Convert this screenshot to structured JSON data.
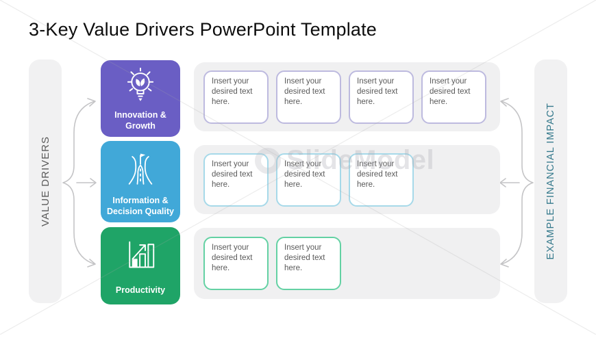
{
  "title": "3-Key Value Drivers PowerPoint Template",
  "left_bar": {
    "label": "VALUE DRIVERS"
  },
  "right_bar": {
    "label": "EXAMPLE FINANCIAL IMPACT",
    "text_color": "#35798C"
  },
  "drivers": [
    {
      "name": "Innovation & Growth",
      "label_lines": [
        "Innovation &",
        "Growth"
      ],
      "color": "#6A5EC4",
      "cell_border_color": "#BDBADF",
      "icon": "lightbulb-sprout-icon",
      "cells": [
        "Insert your desired text here.",
        "Insert your desired text here.",
        "Insert your desired text here.",
        "Insert your desired text here."
      ]
    },
    {
      "name": "Information & Decision Quality",
      "label_lines": [
        "Information &",
        "Decision Quality"
      ],
      "color": "#41A8D8",
      "cell_border_color": "#A6D9E9",
      "icon": "forked-road-flag-icon",
      "cells": [
        "Insert your desired text here.",
        "Insert your desired text here.",
        "Insert your desired text here."
      ]
    },
    {
      "name": "Productivity",
      "label_lines": [
        "Productivity"
      ],
      "color": "#1FA467",
      "cell_border_color": "#63D1A3",
      "icon": "bar-chart-arrow-icon",
      "cells": [
        "Insert your desired text here.",
        "Insert your desired text here."
      ]
    }
  ],
  "watermark": {
    "text": "SlideModel"
  },
  "colors": {
    "panel_bg": "#F0F0F1",
    "rail_bg": "#F1F1F2",
    "arrow_gray": "#C4C4C6",
    "body_text": "#595959"
  }
}
